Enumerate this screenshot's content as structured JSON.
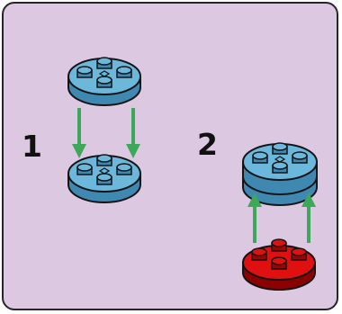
{
  "steps": [
    {
      "number": "1"
    },
    {
      "number": "2"
    }
  ],
  "colors": {
    "panel_background": "#dcc9e1",
    "panel_border": "#262626",
    "plate_blue": "#6cb8dc",
    "plate_blue_dark": "#3f88b1",
    "plate_red": "#e01010",
    "plate_red_dark": "#8c0000",
    "arrow_green": "#3da85a",
    "outline": "#141414"
  },
  "parts": [
    {
      "name": "blue-round-plate-2x2",
      "count_in_diagram": 4
    },
    {
      "name": "red-round-plate-2x2-with-studs",
      "count_in_diagram": 1
    }
  ]
}
